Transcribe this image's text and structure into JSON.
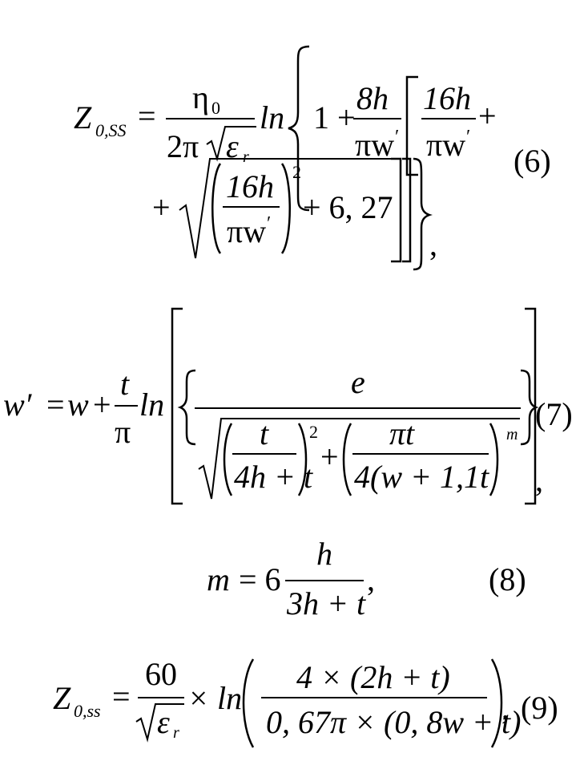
{
  "eq6": {
    "lhs_main": "Z",
    "lhs_sub": "0,SS",
    "equals": "=",
    "eta": "η",
    "eta_sub": "0",
    "two_pi": "2π",
    "eps": "ε",
    "eps_sub": "r",
    "ln": "ln",
    "one_plus": "1 +",
    "eight_h": "8h",
    "pi_w": "πw",
    "prime": "′",
    "sixteen_h": "16h",
    "plus": "+",
    "exp2": "2",
    "six_27": "+ 6, 27",
    "comma": ",",
    "number": "(6)"
  },
  "eq7": {
    "lhs": "w′",
    "equals": "=",
    "w": "w",
    "plus": "+",
    "t": "t",
    "pi": "π",
    "ln": "ln",
    "e": "e",
    "four_h_t": "4h + t",
    "exp2": "2",
    "pi_t": "πt",
    "four_w": "4(w + 1,1t",
    "exp_m": "m",
    "comma": ",",
    "number": "(7)"
  },
  "eq8": {
    "lhs": "m",
    "equals": "= 6",
    "h": "h",
    "den": "3h + t",
    "comma": ",",
    "number": "(8)"
  },
  "eq9": {
    "lhs_main": "Z",
    "lhs_sub": "0,ss",
    "equals": "=",
    "sixty": "60",
    "eps": "ε",
    "eps_sub": "r",
    "times_ln": "× ln",
    "num": "4 × (2h + t)",
    "den": "0, 67π × (0, 8w + t)",
    "comma": ",",
    "number": "(9)"
  }
}
